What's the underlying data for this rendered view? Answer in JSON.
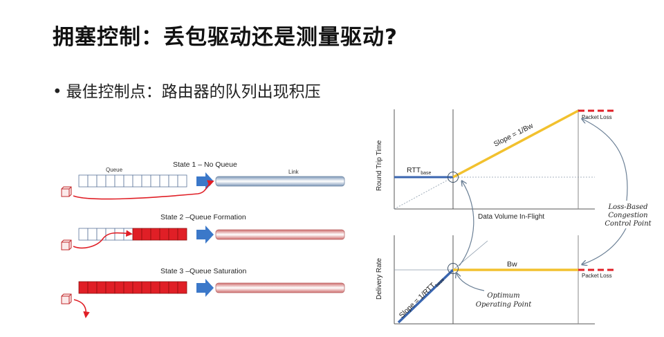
{
  "slide": {
    "title": "拥塞控制：丢包驱动还是测量驱动?",
    "bullet": "最佳控制点：路由器的队列出现积压"
  },
  "queue_diagram": {
    "state1_label": "State 1 – No Queue",
    "queue_label": "Queue",
    "link_label": "Link",
    "state2_label": "State 2 –Queue Formation",
    "state3_label": "State 3 –Queue Saturation",
    "queue_cells": 12,
    "filled_cells": [
      0,
      6,
      12
    ]
  },
  "rtt_chart": {
    "ylabel": "Round Trip Time",
    "xlabel": "Data Volume In-Flight",
    "rtt_label": "RTT",
    "rtt_sub": "base",
    "slope_label": "Slope = 1/Bw",
    "packet_loss": "Packet Loss"
  },
  "rate_chart": {
    "ylabel": "Delivery Rate",
    "bw_label": "Bw",
    "slope_label": "Slope = 1/RTT",
    "slope_sub": "base",
    "packet_loss": "Packet Loss"
  },
  "annotations": {
    "loss_line1": "Loss-Based",
    "loss_line2": "Congestion",
    "loss_line3": "Control Point",
    "opt_line1": "Optimum",
    "opt_line2": "Operating Point"
  },
  "colors": {
    "blue": "#3a66b0",
    "yellow": "#f2c12e",
    "red": "#e01f26",
    "arrow_blue": "#3b78c9"
  }
}
